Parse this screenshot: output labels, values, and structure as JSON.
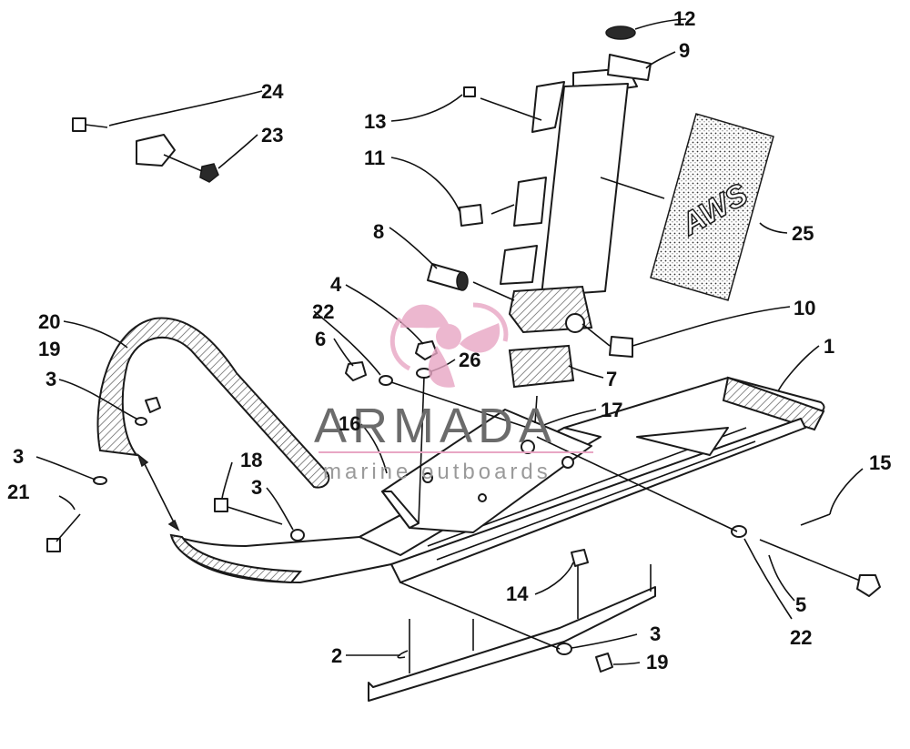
{
  "diagram": {
    "callouts": {
      "c1": "1",
      "c2": "2",
      "c3a": "3",
      "c3b": "3",
      "c3c": "3",
      "c3d": "3",
      "c4": "4",
      "c5": "5",
      "c6": "6",
      "c7": "7",
      "c8": "8",
      "c9": "9",
      "c10": "10",
      "c11": "11",
      "c12": "12",
      "c13": "13",
      "c14": "14",
      "c15": "15",
      "c16": "16",
      "c17": "17",
      "c18": "18",
      "c19a": "19",
      "c19b": "19",
      "c20": "20",
      "c21": "21",
      "c22a": "22",
      "c22b": "22",
      "c23": "23",
      "c24": "24",
      "c25": "25",
      "c26": "26"
    },
    "decal_text": "AWS"
  },
  "watermark": {
    "brand": "ARMADA",
    "tagline": "marine outboards",
    "color": "#e8a6c4"
  }
}
